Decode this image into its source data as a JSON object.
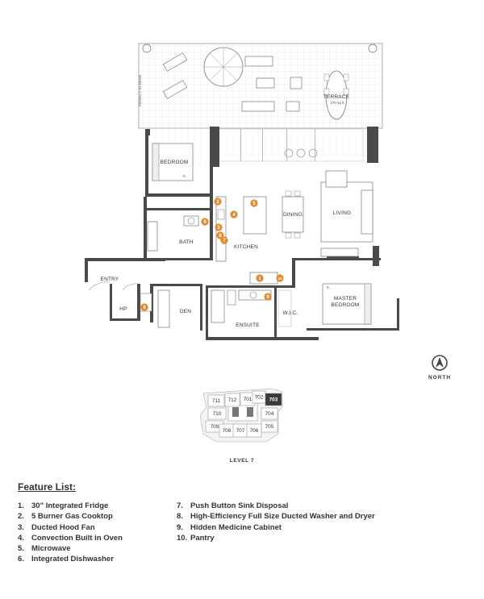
{
  "plan": {
    "privacy_screen": "PRIVACY SCREEN",
    "terrace": {
      "name": "TERRACE",
      "area": "370 sq ft"
    },
    "rooms": {
      "bedroom": "BEDROOM",
      "k_bedroom": "K.",
      "bath": "BATH",
      "kitchen": "KITCHEN",
      "dining": "DINING",
      "living": "LIVING",
      "entry": "ENTRY",
      "hp": "HP",
      "den": "DEN",
      "ensuite": "ENSUITE",
      "wic": "W.I.C.",
      "master_k": "K.",
      "master_line1": "MASTER",
      "master_line2": "BEDROOM"
    },
    "markers": [
      "1",
      "2",
      "3",
      "4",
      "5",
      "6",
      "7",
      "8",
      "9",
      "9",
      "10"
    ],
    "marker_color": "#e08a2e",
    "wall_color": "#4a4a4a"
  },
  "compass": {
    "label": "NORTH"
  },
  "keyplan": {
    "units": [
      "711",
      "712",
      "701",
      "702",
      "703",
      "710",
      "704",
      "709",
      "705",
      "708",
      "707",
      "706"
    ],
    "highlight": "703",
    "label": "LEVEL 7"
  },
  "features": {
    "title": "Feature List:",
    "items": [
      {
        "n": "1.",
        "text": "30\" Integrated Fridge"
      },
      {
        "n": "2.",
        "text": "5 Burner Gas Cooktop"
      },
      {
        "n": "3.",
        "text": "Ducted Hood Fan"
      },
      {
        "n": "4.",
        "text": "Convection Built in Oven"
      },
      {
        "n": "5.",
        "text": "Microwave"
      },
      {
        "n": "6.",
        "text": "Integrated Dishwasher"
      },
      {
        "n": "7.",
        "text": "Push Button Sink Disposal"
      },
      {
        "n": "8.",
        "text": "High-Efficiency Full Size Ducted Washer and Dryer"
      },
      {
        "n": "9.",
        "text": "Hidden Medicine Cabinet"
      },
      {
        "n": "10.",
        "text": "Pantry"
      }
    ]
  }
}
